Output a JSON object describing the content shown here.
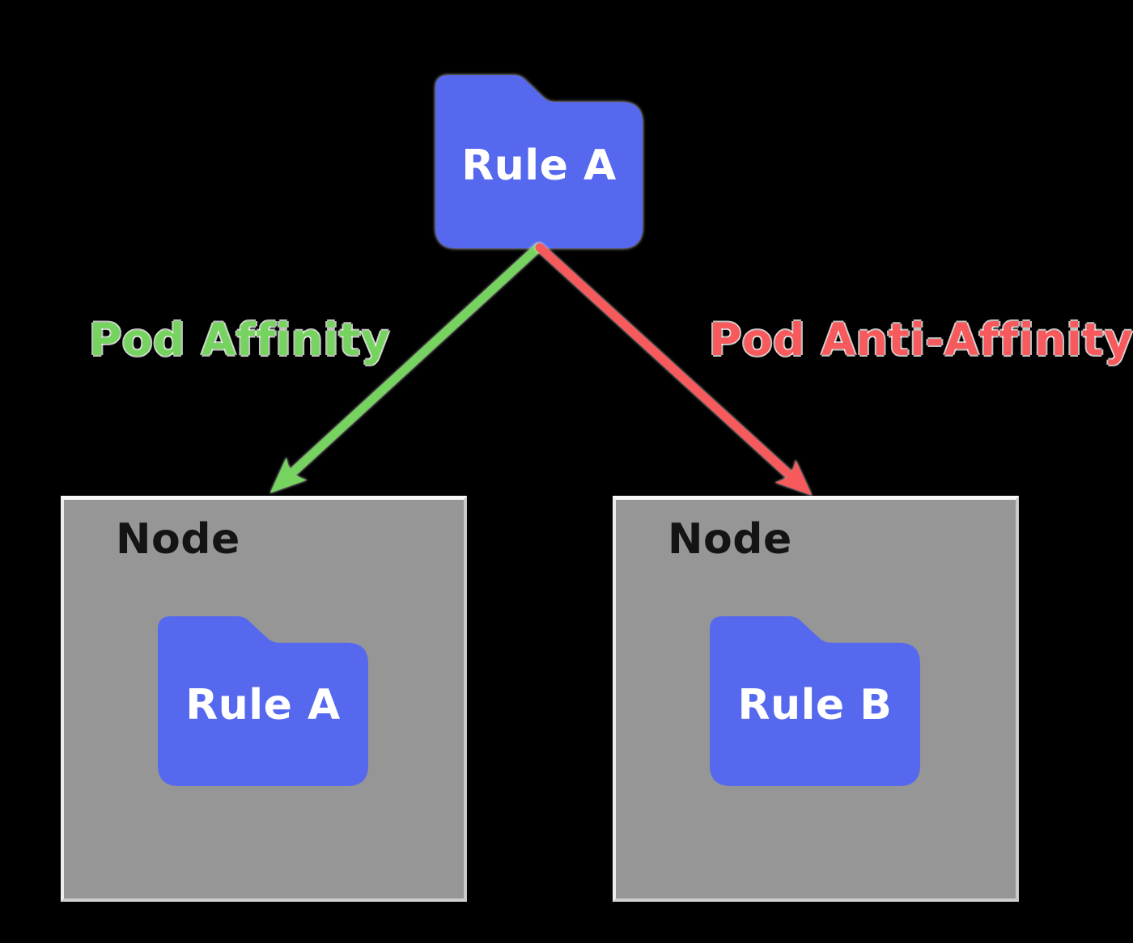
{
  "diagram": {
    "root_pod": {
      "label": "Rule A"
    },
    "edges": [
      {
        "label": "Pod Affinity",
        "color": "#76d35f",
        "direction": "to-left-node"
      },
      {
        "label": "Pod Anti-Affinity",
        "color": "#f65a5c",
        "direction": "to-right-node"
      }
    ],
    "nodes": [
      {
        "title": "Node",
        "pod": {
          "label": "Rule A"
        }
      },
      {
        "title": "Node",
        "pod": {
          "label": "Rule B"
        }
      }
    ],
    "colors": {
      "pod_fill": "#5568ee",
      "pod_text": "#ffffff",
      "node_fill": "#969696",
      "node_title": "#141414",
      "affinity_green": "#76d35f",
      "anti_affinity_red": "#f65a5c",
      "background": "#000000"
    }
  }
}
